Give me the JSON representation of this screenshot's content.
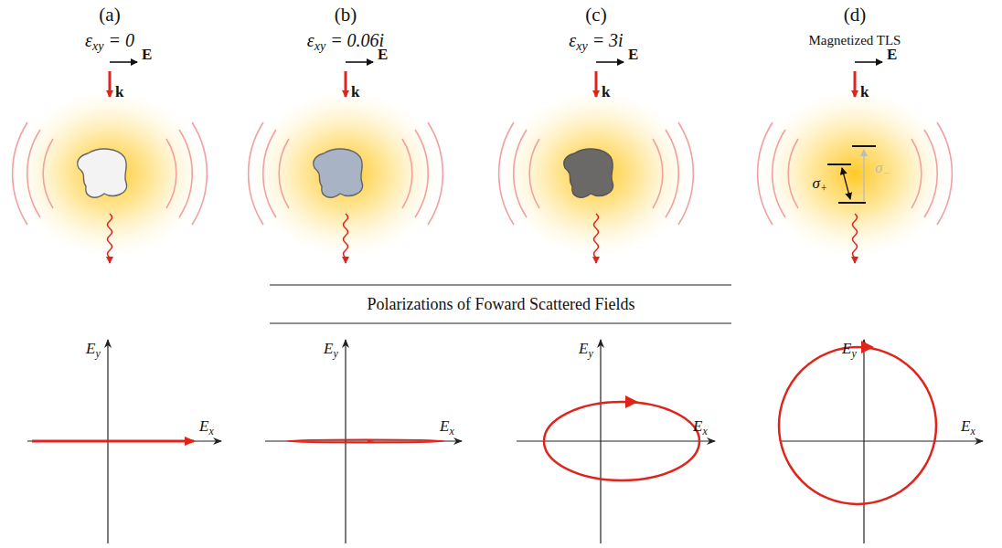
{
  "diagram": {
    "labels": [
      "(a)",
      "εxy = 0",
      "E",
      "k",
      "(b)",
      "εxy = 0.06i",
      "E",
      "k",
      "(c)",
      "εxy = 3i",
      "E",
      "k",
      "(d)",
      "Magnetized TLS",
      "E",
      "k",
      "σ+",
      "σ−",
      "Polarizations of Foward Scattered Fields",
      "Ey",
      "Ex",
      "Ey",
      "Ex",
      "Ey",
      "Ex",
      "Ey",
      "Ex"
    ]
  }
}
